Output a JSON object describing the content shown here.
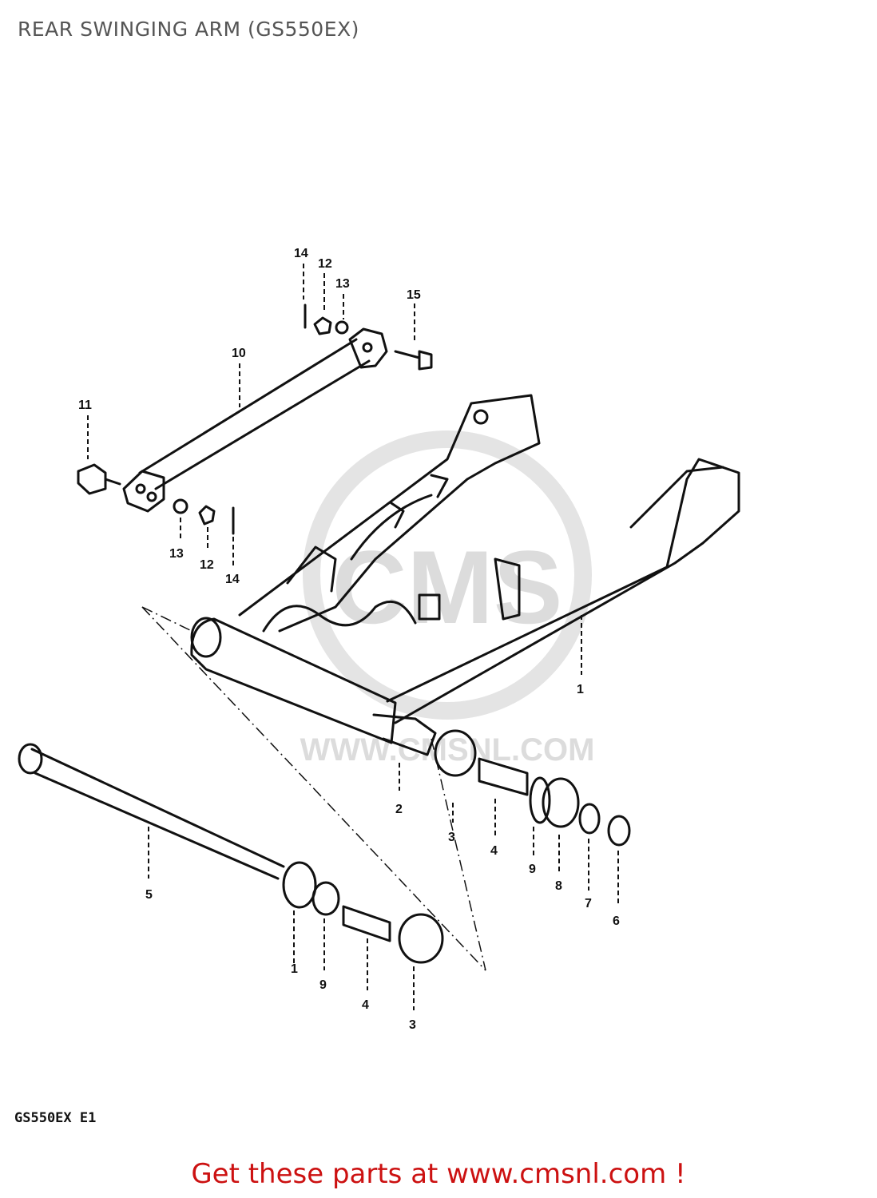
{
  "header": {
    "title": "REAR SWINGING ARM (GS550EX)"
  },
  "watermark": {
    "brand": "CMS",
    "site": "WWW.CMSNL.COM",
    "color": "#dcdcdc"
  },
  "callouts": {
    "c1": "1",
    "c2": "2",
    "c3a": "3",
    "c3b": "3",
    "c4a": "4",
    "c4b": "4",
    "c5": "5",
    "c6": "6",
    "c7": "7",
    "c8": "8",
    "c9a": "9",
    "c9b": "9",
    "c10": "10",
    "c11": "11",
    "c12a": "12",
    "c12b": "12",
    "c13a": "13",
    "c13b": "13",
    "c14a": "14",
    "c14b": "14",
    "c15": "15",
    "c1b": "1"
  },
  "diagram_code": "GS550EX E1",
  "footer": {
    "link_text": "Get these parts at www.cmsnl.com !",
    "color": "#cc1111"
  }
}
